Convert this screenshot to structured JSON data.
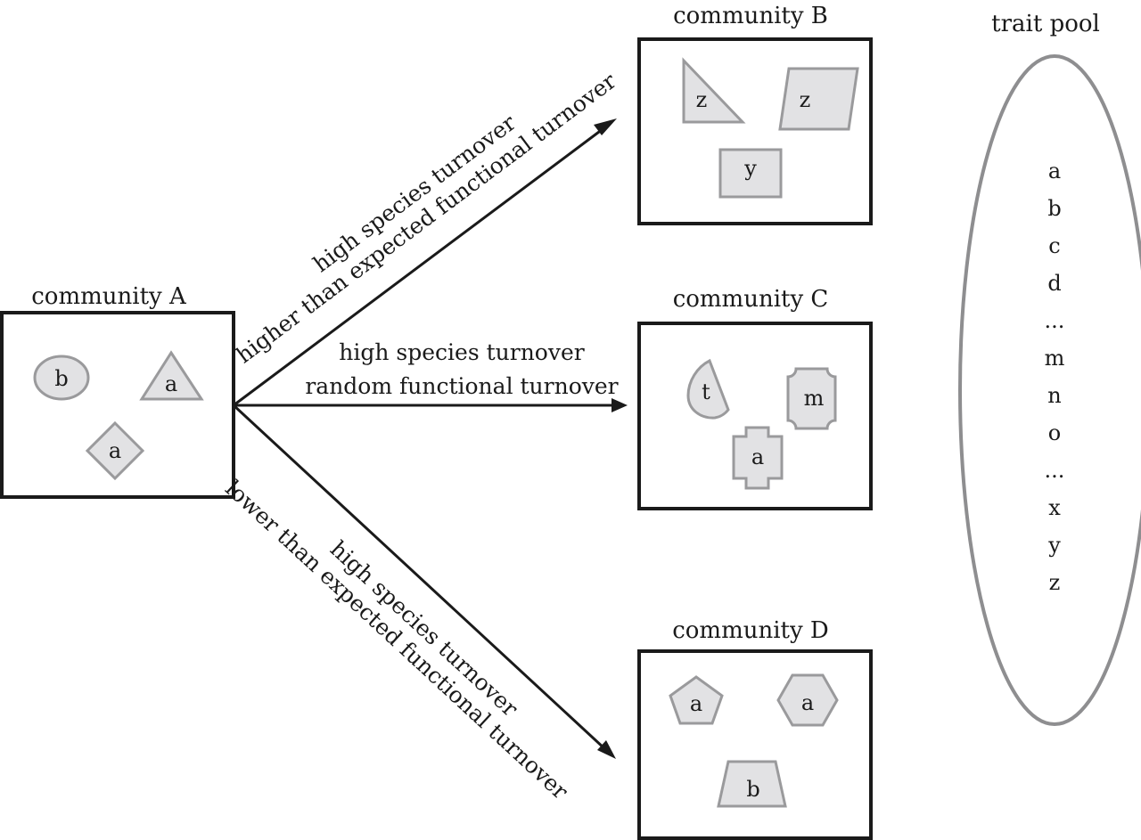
{
  "communities": {
    "a": {
      "title": "community A",
      "species": [
        "b",
        "a",
        "a"
      ]
    },
    "b": {
      "title": "community B",
      "species": [
        "z",
        "z",
        "y"
      ]
    },
    "c": {
      "title": "community C",
      "species": [
        "t",
        "m",
        "a"
      ]
    },
    "d": {
      "title": "community D",
      "species": [
        "a",
        "a",
        "b"
      ]
    }
  },
  "edges": {
    "to_b": {
      "line1": "high species turnover",
      "line2": "higher than expected functional turnover"
    },
    "to_c": {
      "line1": "high species turnover",
      "line2": "random functional turnover"
    },
    "to_d": {
      "line1": "high species turnover",
      "line2": "lower than expected functional turnover"
    }
  },
  "trait_pool": {
    "title": "trait pool",
    "items": [
      "a",
      "b",
      "c",
      "d",
      "...",
      "m",
      "n",
      "o",
      "...",
      "x",
      "y",
      "z"
    ]
  },
  "colors": {
    "box_stroke": "#1a1a1a",
    "shape_fill": "#e2e2e4",
    "shape_stroke": "#9a9a9c",
    "pool_stroke": "#8e8e90"
  }
}
